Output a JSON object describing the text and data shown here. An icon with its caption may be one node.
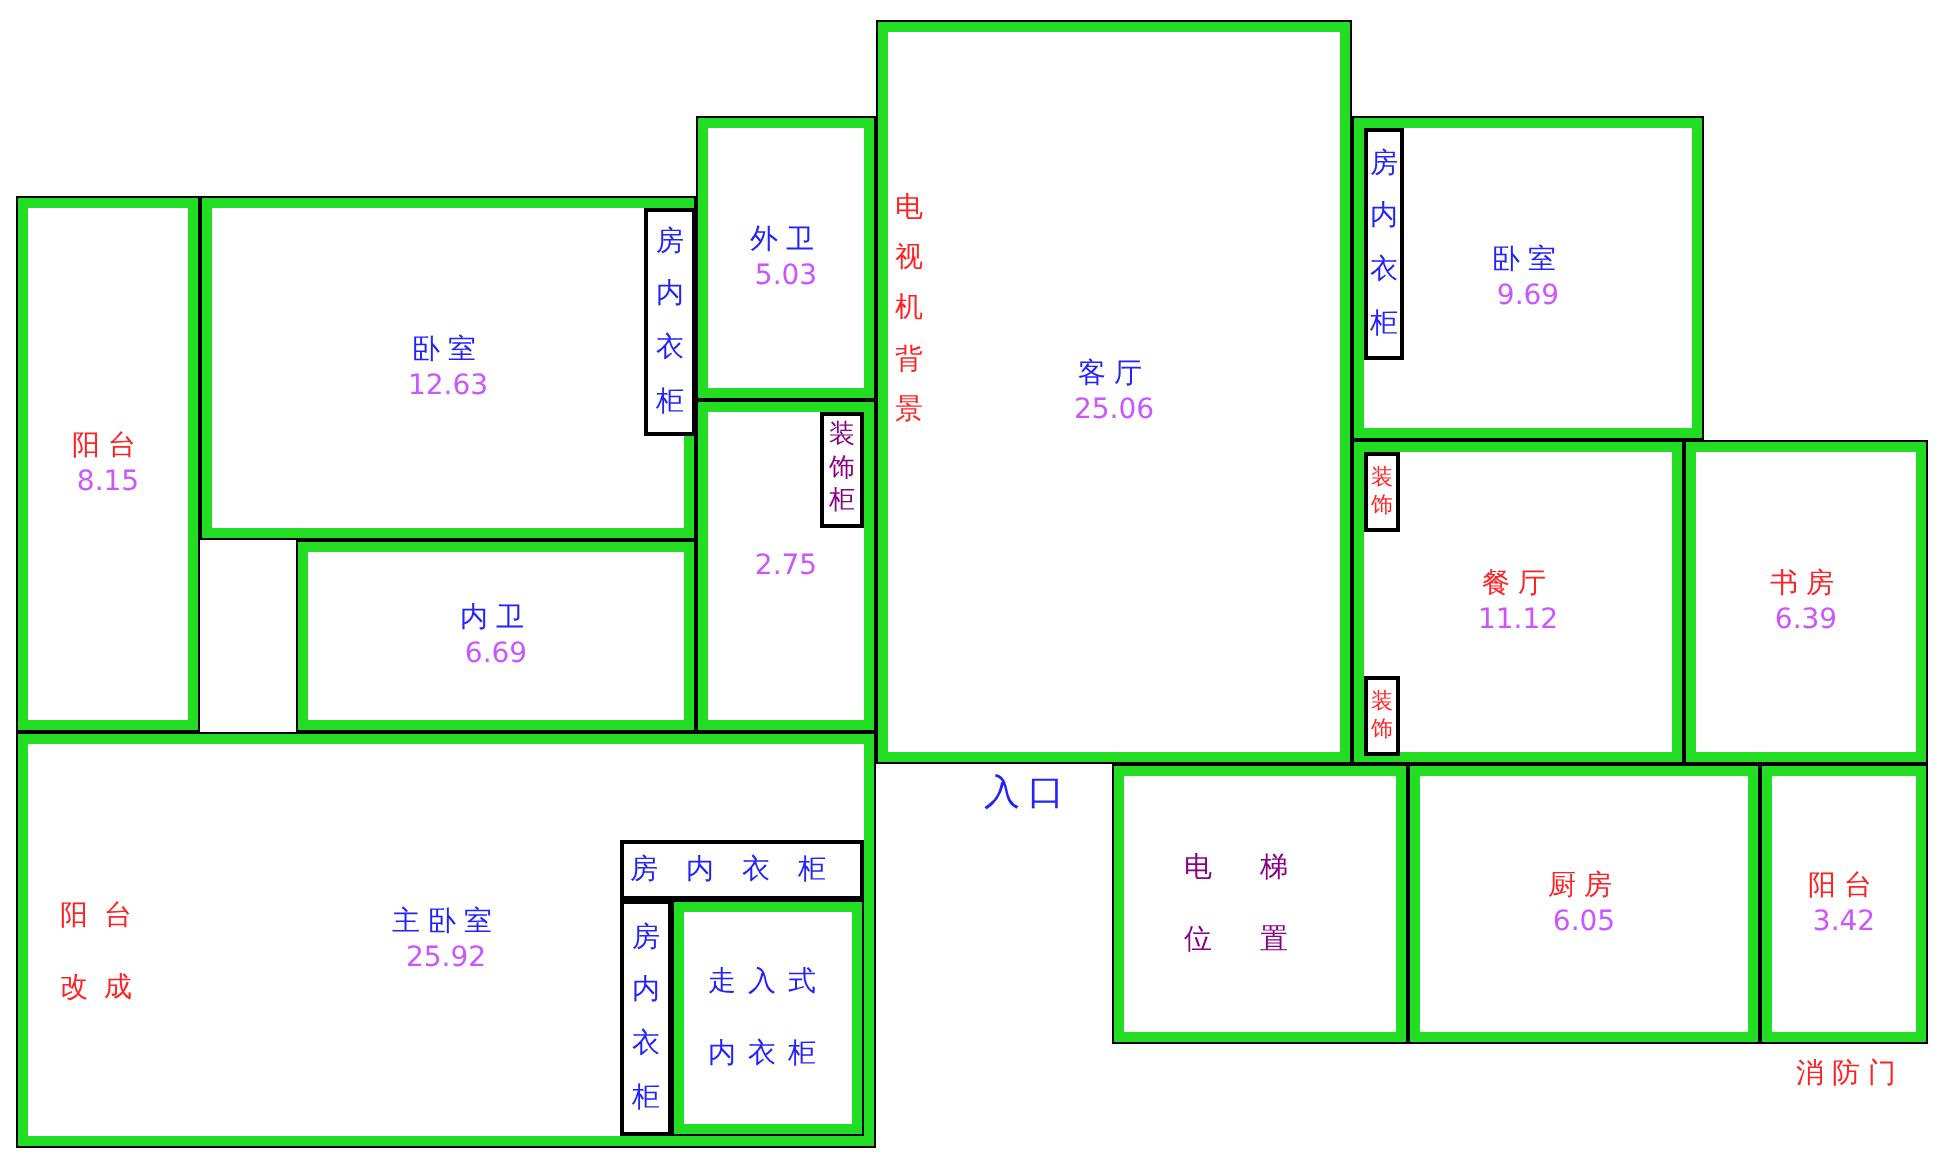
{
  "diagram": {
    "nodes": [
      {
        "text": [
          "阳台",
          "8.15"
        ]
      },
      {
        "text": [
          "卧室",
          "12.63"
        ]
      },
      {
        "text": [
          "房内衣柜"
        ],
        "in": 1
      },
      {
        "text": [
          "外卫",
          "5.03"
        ]
      },
      {
        "text": [
          "客厅",
          "25.06"
        ]
      },
      {
        "text": [
          "卧室",
          "9.69"
        ]
      },
      {
        "text": [
          "房内衣柜"
        ],
        "in": 5
      },
      {
        "text": [
          "2.75"
        ]
      },
      {
        "text": [
          "装饰柜"
        ],
        "in": 7
      },
      {
        "text": [
          "内卫",
          "6.69"
        ]
      },
      {
        "text": [
          "餐厅",
          "11.12"
        ]
      },
      {
        "text": [
          "装饰"
        ],
        "in": 10
      },
      {
        "text": [
          "装饰"
        ],
        "in": 10
      },
      {
        "text": [
          "书房",
          "6.39"
        ]
      },
      {
        "text": [
          "主卧室",
          "25.92"
        ]
      },
      {
        "text": [
          "房内衣柜"
        ],
        "in": 14
      },
      {
        "text": [
          "房内衣柜"
        ],
        "in": 14
      },
      {
        "text": [
          "走入式内衣柜"
        ],
        "in": 14
      },
      {
        "text": [
          "电梯位置"
        ]
      },
      {
        "text": [
          "厨房",
          "6.05"
        ]
      },
      {
        "text": [
          "阳台",
          "3.42"
        ]
      }
    ],
    "labels": [
      "电视机背景",
      "阳台改成",
      "入口",
      "消防门"
    ]
  }
}
